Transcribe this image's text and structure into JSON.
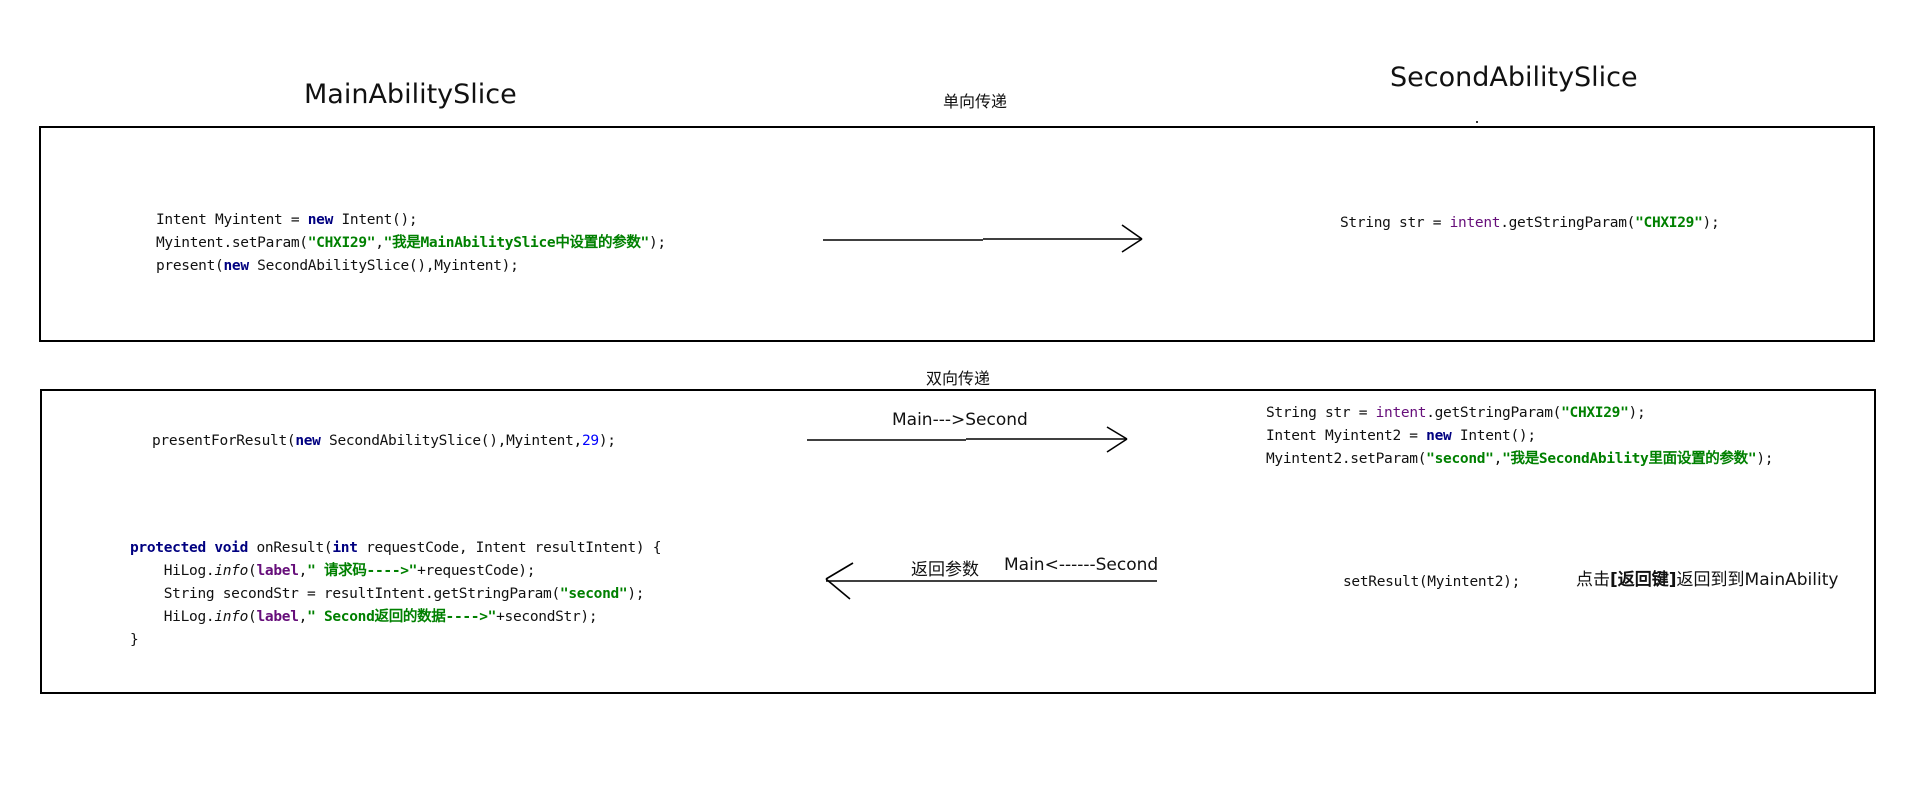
{
  "headers": {
    "left": "MainAbilitySlice",
    "right": "SecondAbilitySlice"
  },
  "sections": {
    "one_way": {
      "caption": "单向传递",
      "main_code": [
        [
          "Intent Myintent = ",
          "new",
          " Intent();"
        ],
        [
          "Myintent.setParam(",
          "\"CHXI29\"",
          ",",
          "\"我是MainAbilitySlice中设置的参数\"",
          ");"
        ],
        [
          "present(",
          "new",
          " SecondAbilitySlice(),Myintent);"
        ]
      ],
      "second_code": [
        "String str = ",
        "intent",
        ".getStringParam(",
        "\"CHXI29\"",
        ");"
      ]
    },
    "two_way": {
      "caption": "双向传递",
      "forward_label": "Main--->Second",
      "return_label_cn": "返回参数",
      "return_label": "Main<------Second",
      "main_call": [
        "presentForResult(",
        "new",
        " SecondAbilitySlice(),Myintent,",
        "29",
        ");"
      ],
      "on_result": {
        "line1": [
          "protected",
          " ",
          "void",
          " onResult(",
          "int",
          " requestCode, Intent resultIntent) {"
        ],
        "line2": [
          "    HiLog.",
          "info",
          "(",
          "label",
          ",",
          "\" 请求码---->\"",
          "+requestCode);"
        ],
        "line3": [
          "    String secondStr = resultIntent.getStringParam(",
          "\"second\"",
          ");"
        ],
        "line4": [
          "    HiLog.",
          "info",
          "(",
          "label",
          ",",
          "\" Second返回的数据---->\"",
          "+secondStr);"
        ],
        "line5": "}"
      },
      "second_code": {
        "line1": [
          "String str = ",
          "intent",
          ".getStringParam(",
          "\"CHXI29\"",
          ");"
        ],
        "line2": [
          "Intent Myintent2 = ",
          "new",
          " Intent();"
        ],
        "line3": [
          "Myintent2.setParam(",
          "\"second\"",
          ",",
          "\"我是SecondAbility里面设置的参数\"",
          ");"
        ]
      },
      "set_result": "setResult(Myintent2);",
      "back_note": {
        "prefix": "点击",
        "bold": "[返回键]",
        "suffix": "返回到到MainAbility"
      }
    }
  },
  "colors": {
    "keyword": "#000080",
    "string": "#008000",
    "field": "#660e7a",
    "number": "#0000ff",
    "line": "#000000"
  }
}
